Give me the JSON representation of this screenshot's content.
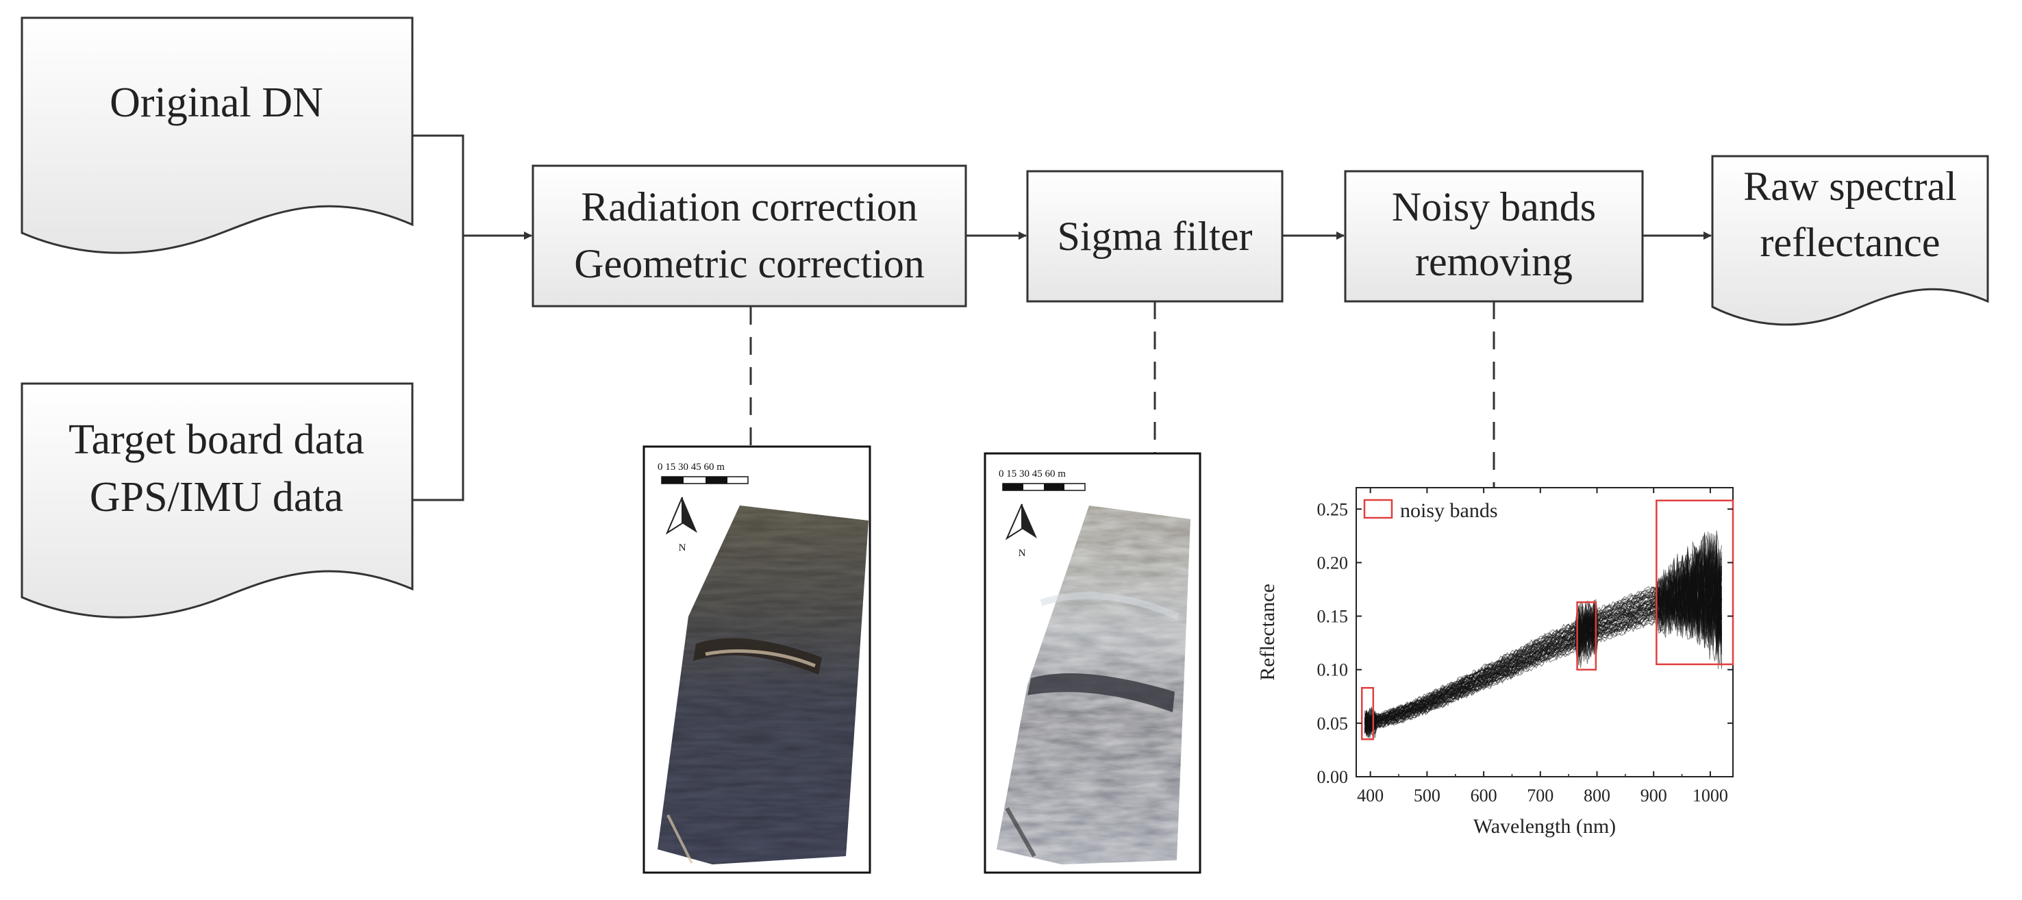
{
  "inputs": {
    "original_dn": "Original DN",
    "target_board_line1": "Target board data",
    "target_board_line2": "GPS/IMU data"
  },
  "steps": {
    "radiation_line1": "Radiation correction",
    "radiation_line2": "Geometric correction",
    "sigma": "Sigma filter",
    "noisy_line1": "Noisy bands",
    "noisy_line2": "removing"
  },
  "output": {
    "line1": "Raw spectral",
    "line2": "reflectance"
  },
  "maps": {
    "scale_label": "0  15 30 45 60 m",
    "north_label": "N"
  },
  "chart_data": {
    "type": "line",
    "xlabel": "Wavelength (nm)",
    "ylabel": "Reflectance",
    "xlim": [
      375,
      1040
    ],
    "ylim": [
      0.0,
      0.27
    ],
    "x_ticks": [
      400,
      500,
      600,
      700,
      800,
      900,
      1000
    ],
    "y_ticks": [
      "0.00",
      "0.05",
      "0.10",
      "0.15",
      "0.20",
      "0.25"
    ],
    "legend": {
      "label": "noisy bands",
      "position": "top-left",
      "color": "#e04040"
    },
    "mean_curve": {
      "x": [
        390,
        400,
        450,
        500,
        550,
        600,
        650,
        700,
        750,
        780,
        800,
        850,
        900,
        950,
        980,
        1000,
        1020
      ],
      "y": [
        0.05,
        0.05,
        0.058,
        0.068,
        0.08,
        0.092,
        0.104,
        0.117,
        0.128,
        0.135,
        0.14,
        0.15,
        0.16,
        0.168,
        0.172,
        0.17,
        0.16
      ]
    },
    "noisy_band_regions": [
      {
        "x": [
          385,
          405
        ],
        "y": [
          0.035,
          0.083
        ]
      },
      {
        "x": [
          765,
          798
        ],
        "y": [
          0.1,
          0.163
        ]
      },
      {
        "x": [
          905,
          1040
        ],
        "y": [
          0.105,
          0.258
        ]
      }
    ],
    "series_count": 60
  },
  "colors": {
    "box_fill": "#f2f2f2",
    "stroke": "#222222",
    "noisy_box": "#e04040",
    "spectra": "#111111"
  }
}
